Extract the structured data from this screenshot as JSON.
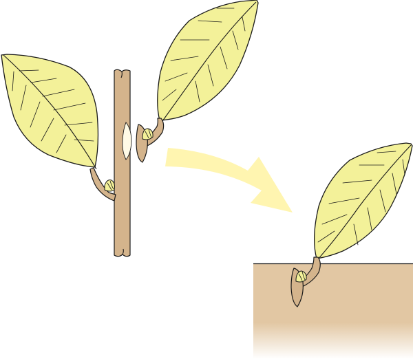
{
  "diagram": {
    "type": "leaf-bud cutting illustration",
    "elements": [
      {
        "id": "parent-stem",
        "label": ""
      },
      {
        "id": "leaf-left",
        "label": ""
      },
      {
        "id": "leaf-cut",
        "label": ""
      },
      {
        "id": "arrow",
        "label": ""
      },
      {
        "id": "planted-cutting",
        "label": ""
      },
      {
        "id": "soil",
        "label": ""
      }
    ]
  },
  "colors": {
    "leaf_fill": "#F3F199",
    "leaf_outline": "#1A1A1A",
    "stem_fill": "#D4B48C",
    "stem_outline": "#1A1A1A",
    "bud_fill": "#F3F199",
    "arrow_fill": "#FFF5B0",
    "soil_fill": "#E2C7A3",
    "cut_mark_fill": "#FFFBE6",
    "background": "#FFFFFF"
  }
}
